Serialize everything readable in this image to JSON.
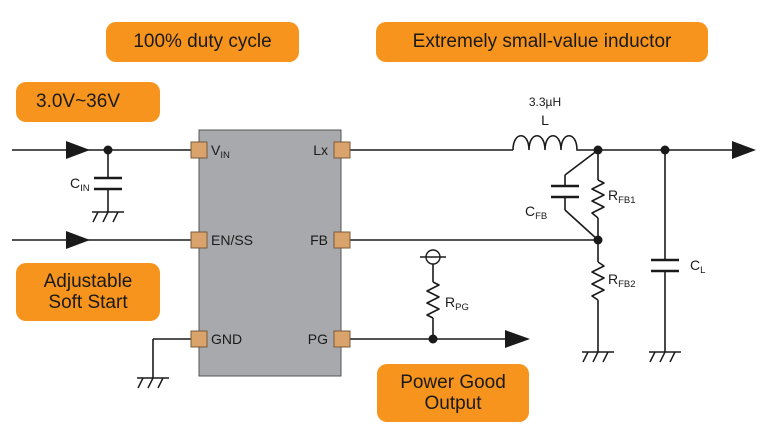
{
  "badges": {
    "duty_cycle": "100% duty cycle",
    "inductor": "Extremely small-value inductor",
    "voltage": "3.0V~36V",
    "soft_start_line1": "Adjustable",
    "soft_start_line2": "Soft Start",
    "power_good_line1": "Power Good",
    "power_good_line2": "Output"
  },
  "pins": {
    "vin": {
      "main": "V",
      "sub": "IN"
    },
    "en_ss": "EN/SS",
    "gnd": "GND",
    "lx": "Lx",
    "fb": "FB",
    "pg": "PG"
  },
  "components": {
    "inductor_value": "3.3µH",
    "inductor_name": "L",
    "cin": {
      "main": "C",
      "sub": "IN"
    },
    "cfb": {
      "main": "C",
      "sub": "FB"
    },
    "rfb1": {
      "main": "R",
      "sub": "FB1"
    },
    "rfb2": {
      "main": "R",
      "sub": "FB2"
    },
    "rpg": {
      "main": "R",
      "sub": "PG"
    },
    "cl": {
      "main": "C",
      "sub": "L"
    }
  },
  "colors": {
    "badge": "#f7941d",
    "chip": "#a7a9ac",
    "pin": "#d9a36b",
    "wire": "#1a1a1a"
  }
}
